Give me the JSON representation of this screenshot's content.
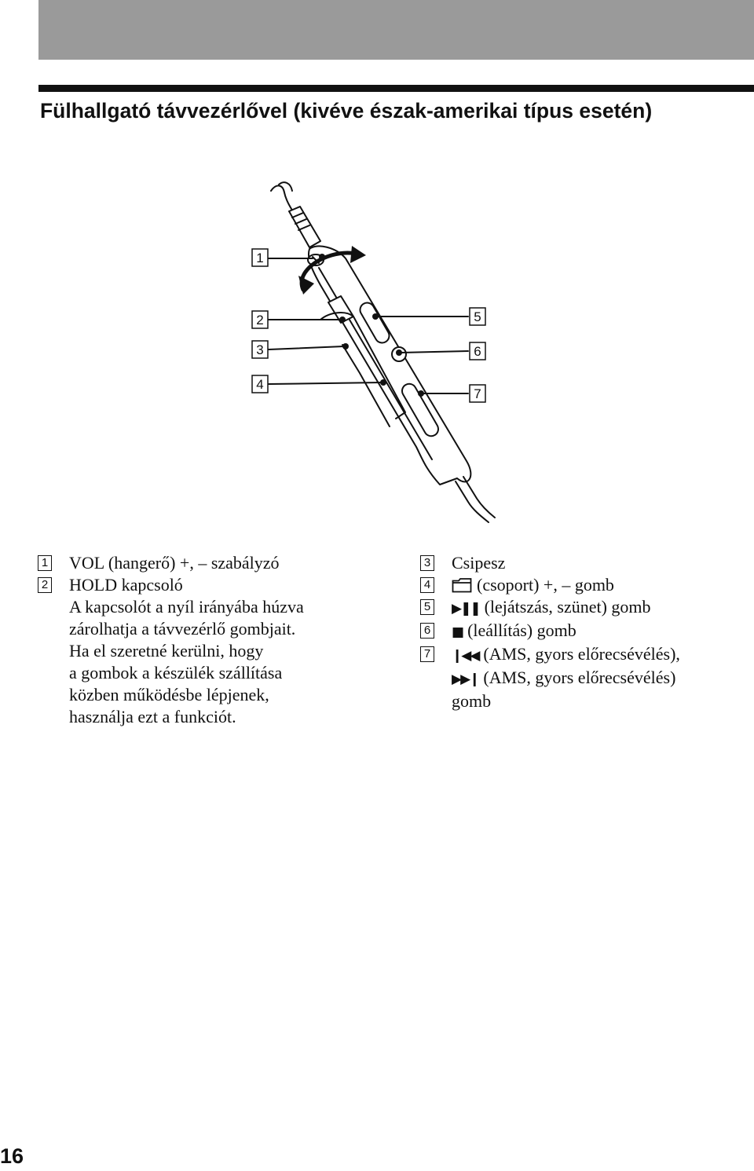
{
  "page": {
    "title": "Fülhallgató távvezérlővel (kivéve észak-amerikai típus esetén)",
    "page_number": "16"
  },
  "diagram": {
    "callouts": [
      "1",
      "2",
      "3",
      "4",
      "5",
      "6",
      "7"
    ]
  },
  "items": [
    {
      "number": "1",
      "lines": [
        "VOL (hangerő) +, – szabályzó"
      ]
    },
    {
      "number": "2",
      "lines": [
        "HOLD kapcsoló",
        "A kapcsolót a nyíl irányába húzva",
        "zárolhatja a távvezérlő gombjait.",
        "Ha el szeretné kerülni, hogy",
        "a gombok a készülék szállítása",
        "közben működésbe lépjenek,",
        "használja ezt a funkciót."
      ]
    },
    {
      "number": "3",
      "lines": [
        "Csipesz"
      ]
    },
    {
      "number": "4",
      "symbol": "folder-icon",
      "lines": [
        "(csoport) +, – gomb"
      ]
    },
    {
      "number": "5",
      "symbol": "play-pause-icon",
      "symbol_text": "▶❚❚",
      "lines": [
        "(lejátszás, szünet) gomb"
      ]
    },
    {
      "number": "6",
      "symbol": "stop-icon",
      "symbol_text": "■",
      "lines": [
        "(leállítás) gomb"
      ]
    },
    {
      "number": "7",
      "symbol": "previous-icon",
      "symbol_text": "❙◀◀",
      "symbol2": "next-icon",
      "symbol2_text": "▶▶❙",
      "lines": [
        "(AMS, gyors előrecsévélés),",
        "(AMS, gyors előrecsévélés)",
        "gomb"
      ]
    }
  ]
}
